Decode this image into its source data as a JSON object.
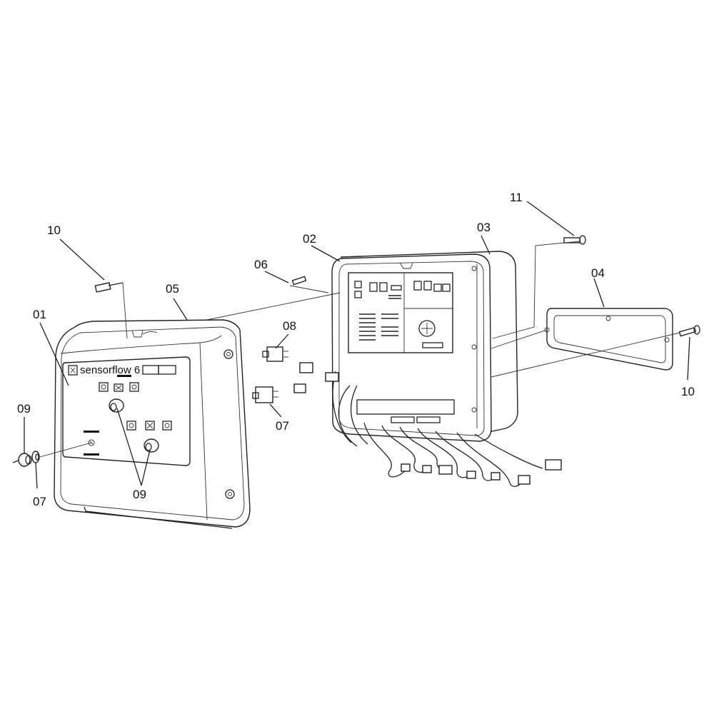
{
  "brand_text": "sensorflow 6",
  "callouts": {
    "c01": "01",
    "c02": "02",
    "c03": "03",
    "c04": "04",
    "c05": "05",
    "c06": "06",
    "c07_left": "07",
    "c07_mid": "07",
    "c08": "08",
    "c09_left": "09",
    "c09_mid": "09",
    "c10_left": "10",
    "c10_right": "10",
    "c11": "11"
  }
}
